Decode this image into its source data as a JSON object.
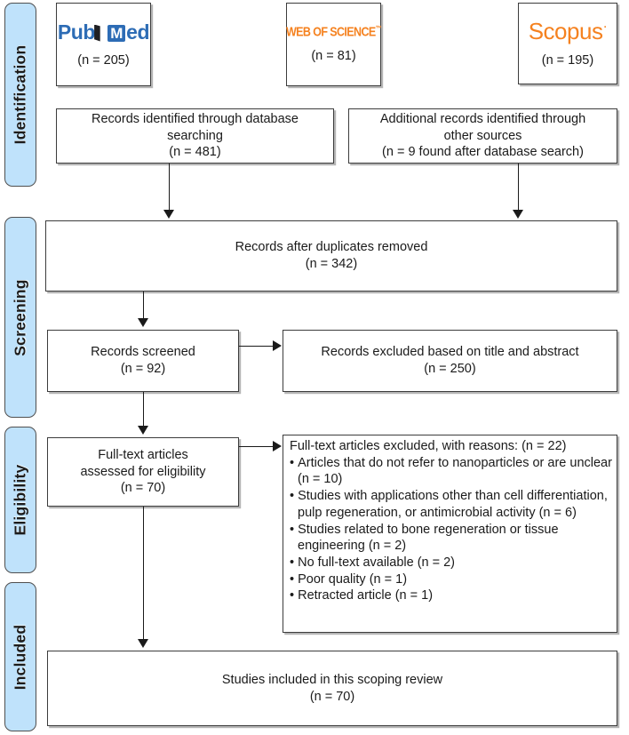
{
  "diagram": {
    "title": "PRISMA flow diagram",
    "accent_blue": "#bfe2fb",
    "border_gray": "#4f4f4f",
    "pubmed_blue": "#2d6cb5",
    "orange": "#f58220"
  },
  "stages": [
    {
      "label": "Identification",
      "name": "stage-identification"
    },
    {
      "label": "Screening",
      "name": "stage-screening"
    },
    {
      "label": "Eligibility",
      "name": "stage-eligibility"
    },
    {
      "label": "Included",
      "name": "stage-included"
    }
  ],
  "sources": [
    {
      "logo_text": "PubMed",
      "logo_type": "pubmed-logo",
      "count": "(n = 205)"
    },
    {
      "logo_text": "WEB OF SCIENCE",
      "logo_type": "web-of-science-logo",
      "trademark": "™",
      "count": "(n = 81)"
    },
    {
      "logo_text": "Scopus",
      "logo_type": "scopus-logo",
      "trademark": "·",
      "count": "(n = 195)"
    }
  ],
  "boxes": {
    "database_search": {
      "line1": "Records identified through database",
      "line2": "searching",
      "count": "(n = 481)"
    },
    "other_sources": {
      "line1": "Additional records identified through",
      "line2": "other sources",
      "count": "(n = 9 found after database search)"
    },
    "duplicates_removed": {
      "line1": "Records after duplicates removed",
      "count": "(n = 342)"
    },
    "records_screened": {
      "line1": "Records screened",
      "count": "(n = 92)"
    },
    "records_excluded": {
      "line1": "Records excluded based on title and abstract",
      "count": "(n = 250)"
    },
    "fulltext_assessed": {
      "line1": "Full-text articles",
      "line2": "assessed for eligibility",
      "count": "(n = 70)"
    },
    "studies_included": {
      "line1": "Studies included in this scoping review",
      "count": "(n = 70)"
    }
  },
  "exclusions": {
    "heading": "Full-text articles excluded, with reasons: (n = 22)",
    "items": [
      "Articles that do not refer to nanoparticles or are unclear (n = 10)",
      "Studies with applications other than cell differentiation, pulp regeneration, or antimicrobial activity (n = 6)",
      "Studies related to bone regeneration or tissue engineering (n = 2)",
      "No full-text available (n = 2)",
      "Poor quality (n = 1)",
      "Retracted article (n = 1)"
    ]
  }
}
